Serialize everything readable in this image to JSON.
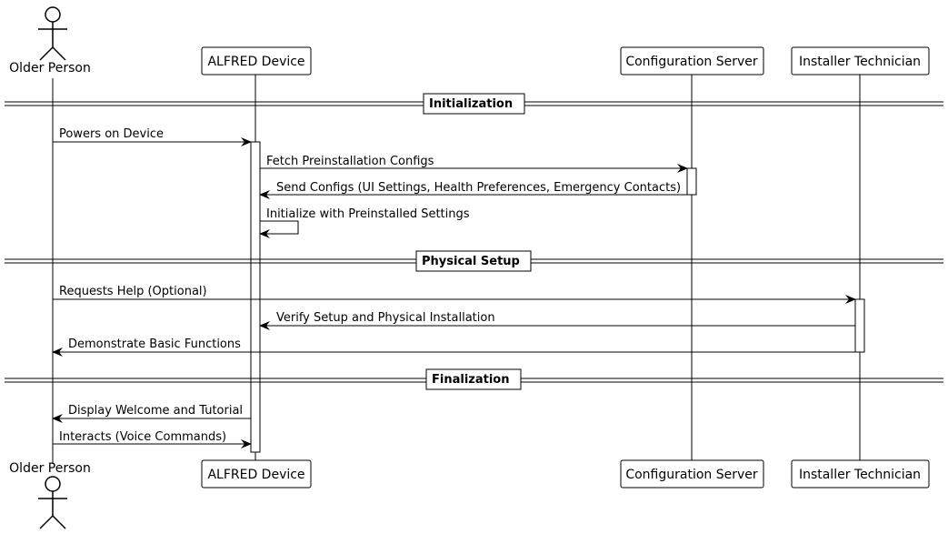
{
  "participants": [
    {
      "id": "older",
      "label": "Older Person",
      "kind": "actor"
    },
    {
      "id": "alfred",
      "label": "ALFRED Device",
      "kind": "box"
    },
    {
      "id": "config",
      "label": "Configuration Server",
      "kind": "box"
    },
    {
      "id": "installer",
      "label": "Installer Technician",
      "kind": "box"
    }
  ],
  "dividers": [
    {
      "label": "Initialization"
    },
    {
      "label": "Physical Setup"
    },
    {
      "label": "Finalization"
    }
  ],
  "messages": [
    {
      "from": "older",
      "to": "alfred",
      "label": "Powers on Device"
    },
    {
      "from": "alfred",
      "to": "config",
      "label": "Fetch Preinstallation Configs"
    },
    {
      "from": "config",
      "to": "alfred",
      "label": "Send Configs (UI Settings, Health Preferences, Emergency Contacts)"
    },
    {
      "from": "alfred",
      "to": "alfred",
      "label": "Initialize with Preinstalled Settings"
    },
    {
      "from": "older",
      "to": "installer",
      "label": "Requests Help (Optional)"
    },
    {
      "from": "installer",
      "to": "alfred",
      "label": "Verify Setup and Physical Installation"
    },
    {
      "from": "installer",
      "to": "older",
      "label": "Demonstrate Basic Functions"
    },
    {
      "from": "alfred",
      "to": "older",
      "label": "Display Welcome and Tutorial"
    },
    {
      "from": "older",
      "to": "alfred",
      "label": "Interacts (Voice Commands)"
    }
  ]
}
